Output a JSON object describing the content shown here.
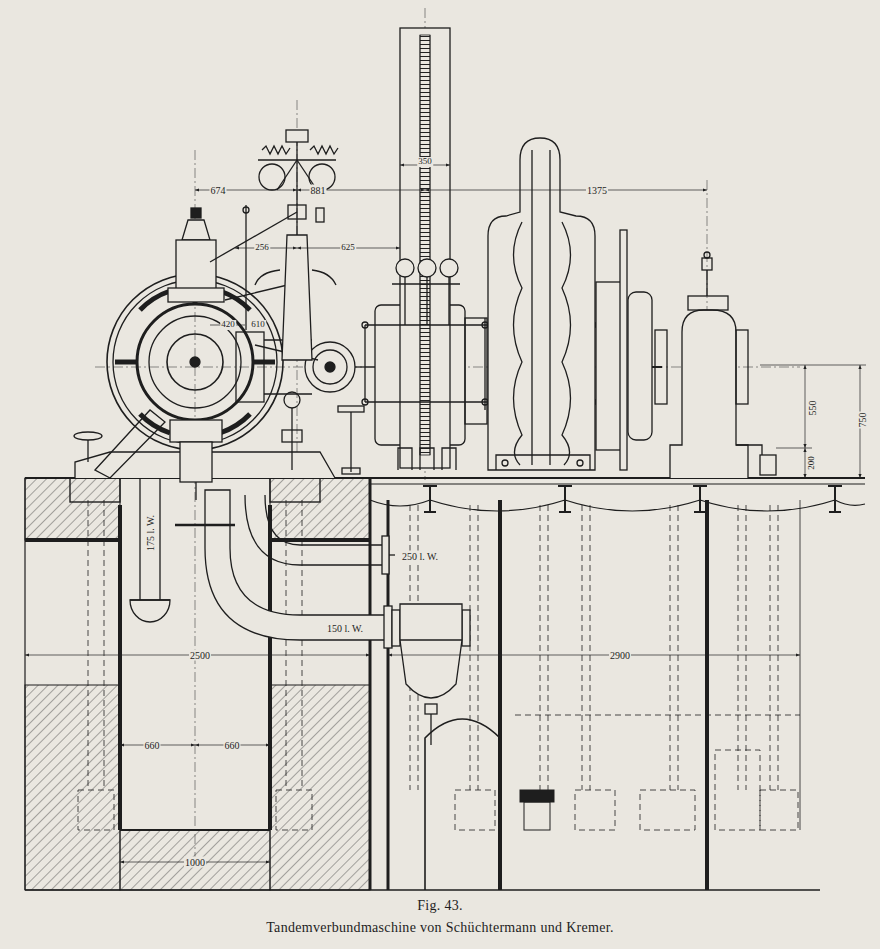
{
  "diagram": {
    "caption": "Tandemverbundmaschine von Schüchtermann und Kremer.",
    "labels": [
      "674",
      "881",
      "1375",
      "350",
      "256",
      "625",
      "420",
      "610",
      "550",
      "750",
      "200",
      "175 l. W.",
      "250 l. W.",
      "150 l. W.",
      "2500",
      "2900",
      "660",
      "660",
      "1000",
      "Fig. 43."
    ]
  }
}
